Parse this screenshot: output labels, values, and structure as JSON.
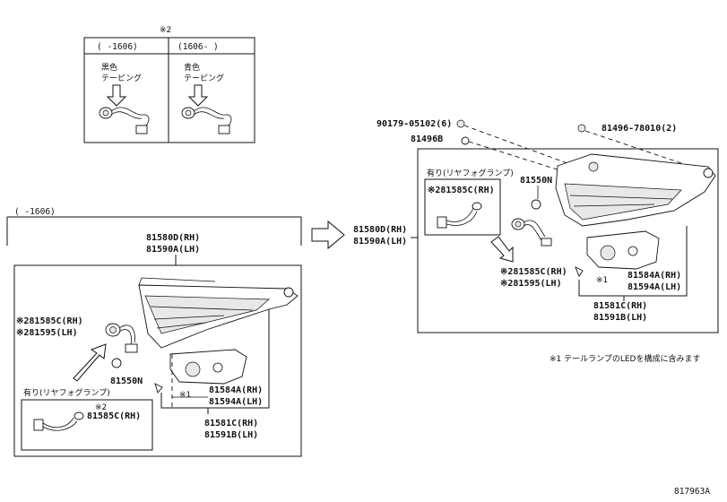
{
  "inset": {
    "note": "※2",
    "left_col": {
      "header": "(  -1606)",
      "color": "黒色",
      "tape": "テーピング"
    },
    "right_col": {
      "header": "(1606-  )",
      "color": "青色",
      "tape": "テーピング"
    }
  },
  "left_assembly": {
    "range": "(  -1606)",
    "code_rh": "81580D(RH)",
    "code_lh": "81590A(LH)",
    "socket_rh": "※281585C(RH)",
    "socket_lh": "※281595(LH)",
    "grommet": "81550N",
    "inner_rh": "81584A(RH)",
    "inner_lh": "81594A(LH)",
    "note1": "※1",
    "lens_rh": "81581C(RH)",
    "lens_lh": "81591B(LH)",
    "fog_box": {
      "title": "有り(リヤフォグランプ)",
      "note": "※2",
      "code": "81585C(RH)"
    }
  },
  "right_assembly": {
    "code_rh": "81580D(RH)",
    "code_lh": "81590A(LH)",
    "screw": "90179-05102(6)",
    "retainer": "81496B",
    "nut": "81496-78010(2)",
    "grommet": "81550N",
    "socket_rh": "※281585C(RH)",
    "socket_lh": "※281595(LH)",
    "inner_rh": "81584A(RH)",
    "inner_lh": "81594A(LH)",
    "note1": "※1",
    "lens_rh": "81581C(RH)",
    "lens_lh": "81591B(LH)",
    "fog_box": {
      "title": "有り(リヤフォグランプ)",
      "code": "※281585C(RH)"
    }
  },
  "footnote": "※1 テールランプのLEDを構成に含みます",
  "ref_number": "817963A"
}
